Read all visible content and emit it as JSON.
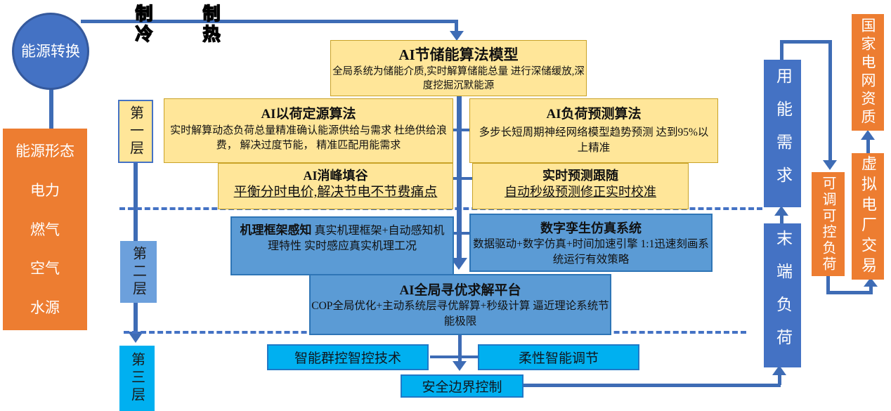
{
  "colors": {
    "line": "#3E6CB5",
    "dashed": "#4472C4",
    "yellow_fill": "#FFE699",
    "yellow_border": "#C9A227",
    "mid_blue_fill": "#5B9BD5",
    "mid_blue_border": "#2E75B6",
    "dark_blue": "#4472C4",
    "orange": "#ED7D31",
    "cyan": "#00B0F0"
  },
  "left": {
    "circle_label": "能源转换",
    "cooling": "制冷",
    "heating": "制热",
    "energy_forms": {
      "title": "能源形态",
      "items": [
        "电力",
        "燃气",
        "空气",
        "水源"
      ]
    },
    "layer1": "第一层",
    "layer2": "第二层",
    "layer3": "第三层"
  },
  "boxes": {
    "storage_model": {
      "title": "AI节储能算法模型",
      "body": "全局系统为储能介质,实时解算储能总量 进行深储缓放,深度挖掘沉默能源"
    },
    "load_source": {
      "title": "AI以荷定源算法",
      "body": "实时解算动态负荷总量精准确认能源供给与需求 杜绝供给浪费， 解决过度节能， 精准匹配用能需求"
    },
    "load_forecast": {
      "title": "AI负荷预测算法",
      "body": "多步长短周期神经网络模型趋势预测 达到95%以上精准"
    },
    "peak_shaving": {
      "title": "AI消峰填谷",
      "body": "平衡分时电价,解决节电不节费痛点"
    },
    "realtime_follow": {
      "title": "实时预测跟随",
      "body": "自动秒级预测修正实时校准"
    },
    "mechanism": {
      "title": "机理框架感知",
      "body": " 真实机理框架+自动感知机理特性 实时感应真实机理工况"
    },
    "digital_twin": {
      "title": "数字孪生仿真系统",
      "body": "数据驱动+数字仿真+时间加速引擎 1:1迅速刻画系统运行有效策略"
    },
    "global_opt": {
      "title": "AI全局寻优求解平台",
      "body": "COP全局优化+主动系统层寻优解算+秒级计算 逼近理论系统节能极限"
    },
    "group_control": "智能群控智控技术",
    "flexible_adjust": "柔性智能调节",
    "safety_boundary": "安全边界控制"
  },
  "right": {
    "energy_demand": "用能需求",
    "terminal_load": "末端负荷",
    "adjustable_load": "可调可控负荷",
    "grid_qualification": "国家电网资质",
    "vpp_trading": "虚拟电厂交易"
  }
}
